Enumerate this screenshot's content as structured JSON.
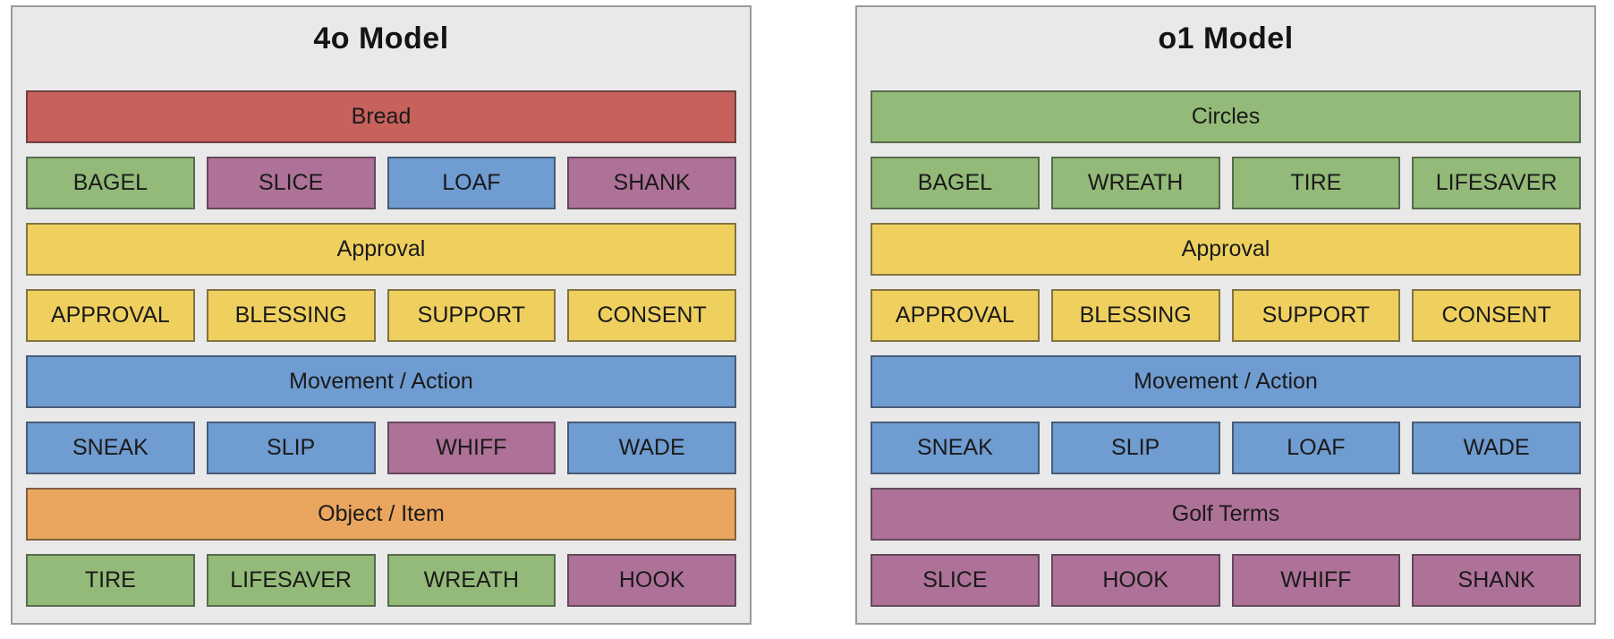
{
  "colors": {
    "red": "#c6615c",
    "green": "#93ba78",
    "yellow": "#efd05f",
    "blue": "#6f9cd1",
    "purple": "#ae7197",
    "orange": "#eaa55f",
    "panel_bg": "#e9e9ea",
    "panel_border": "#9a9a9a",
    "text": "#1a1a1a"
  },
  "panels": [
    {
      "title": "4o Model",
      "groups": [
        {
          "label": "Bread",
          "color": "red",
          "tiles": [
            {
              "text": "BAGEL",
              "color": "green"
            },
            {
              "text": "SLICE",
              "color": "purple"
            },
            {
              "text": "LOAF",
              "color": "blue"
            },
            {
              "text": "SHANK",
              "color": "purple"
            }
          ]
        },
        {
          "label": "Approval",
          "color": "yellow",
          "tiles": [
            {
              "text": "APPROVAL",
              "color": "yellow"
            },
            {
              "text": "BLESSING",
              "color": "yellow"
            },
            {
              "text": "SUPPORT",
              "color": "yellow"
            },
            {
              "text": "CONSENT",
              "color": "yellow"
            }
          ]
        },
        {
          "label": "Movement / Action",
          "color": "blue",
          "tiles": [
            {
              "text": "SNEAK",
              "color": "blue"
            },
            {
              "text": "SLIP",
              "color": "blue"
            },
            {
              "text": "WHIFF",
              "color": "purple"
            },
            {
              "text": "WADE",
              "color": "blue"
            }
          ]
        },
        {
          "label": "Object / Item",
          "color": "orange",
          "tiles": [
            {
              "text": "TIRE",
              "color": "green"
            },
            {
              "text": "LIFESAVER",
              "color": "green"
            },
            {
              "text": "WREATH",
              "color": "green"
            },
            {
              "text": "HOOK",
              "color": "purple"
            }
          ]
        }
      ]
    },
    {
      "title": "o1 Model",
      "groups": [
        {
          "label": "Circles",
          "color": "green",
          "tiles": [
            {
              "text": "BAGEL",
              "color": "green"
            },
            {
              "text": "WREATH",
              "color": "green"
            },
            {
              "text": "TIRE",
              "color": "green"
            },
            {
              "text": "LIFESAVER",
              "color": "green"
            }
          ]
        },
        {
          "label": "Approval",
          "color": "yellow",
          "tiles": [
            {
              "text": "APPROVAL",
              "color": "yellow"
            },
            {
              "text": "BLESSING",
              "color": "yellow"
            },
            {
              "text": "SUPPORT",
              "color": "yellow"
            },
            {
              "text": "CONSENT",
              "color": "yellow"
            }
          ]
        },
        {
          "label": "Movement / Action",
          "color": "blue",
          "tiles": [
            {
              "text": "SNEAK",
              "color": "blue"
            },
            {
              "text": "SLIP",
              "color": "blue"
            },
            {
              "text": "LOAF",
              "color": "blue"
            },
            {
              "text": "WADE",
              "color": "blue"
            }
          ]
        },
        {
          "label": "Golf Terms",
          "color": "purple",
          "tiles": [
            {
              "text": "SLICE",
              "color": "purple"
            },
            {
              "text": "HOOK",
              "color": "purple"
            },
            {
              "text": "WHIFF",
              "color": "purple"
            },
            {
              "text": "SHANK",
              "color": "purple"
            }
          ]
        }
      ]
    }
  ]
}
